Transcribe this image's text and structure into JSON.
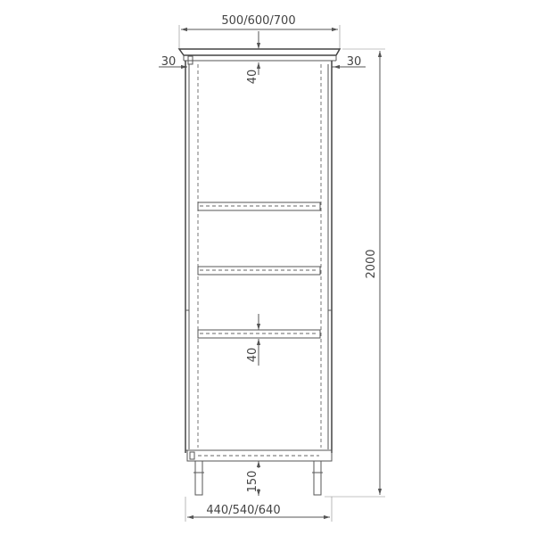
{
  "dimensions": {
    "top_width": "500/600/700",
    "left_overhang": "30",
    "right_overhang": "30",
    "top_gap": "40",
    "shelf_gap": "40",
    "height": "2000",
    "leg_height": "150",
    "bottom_width": "440/540/640"
  }
}
